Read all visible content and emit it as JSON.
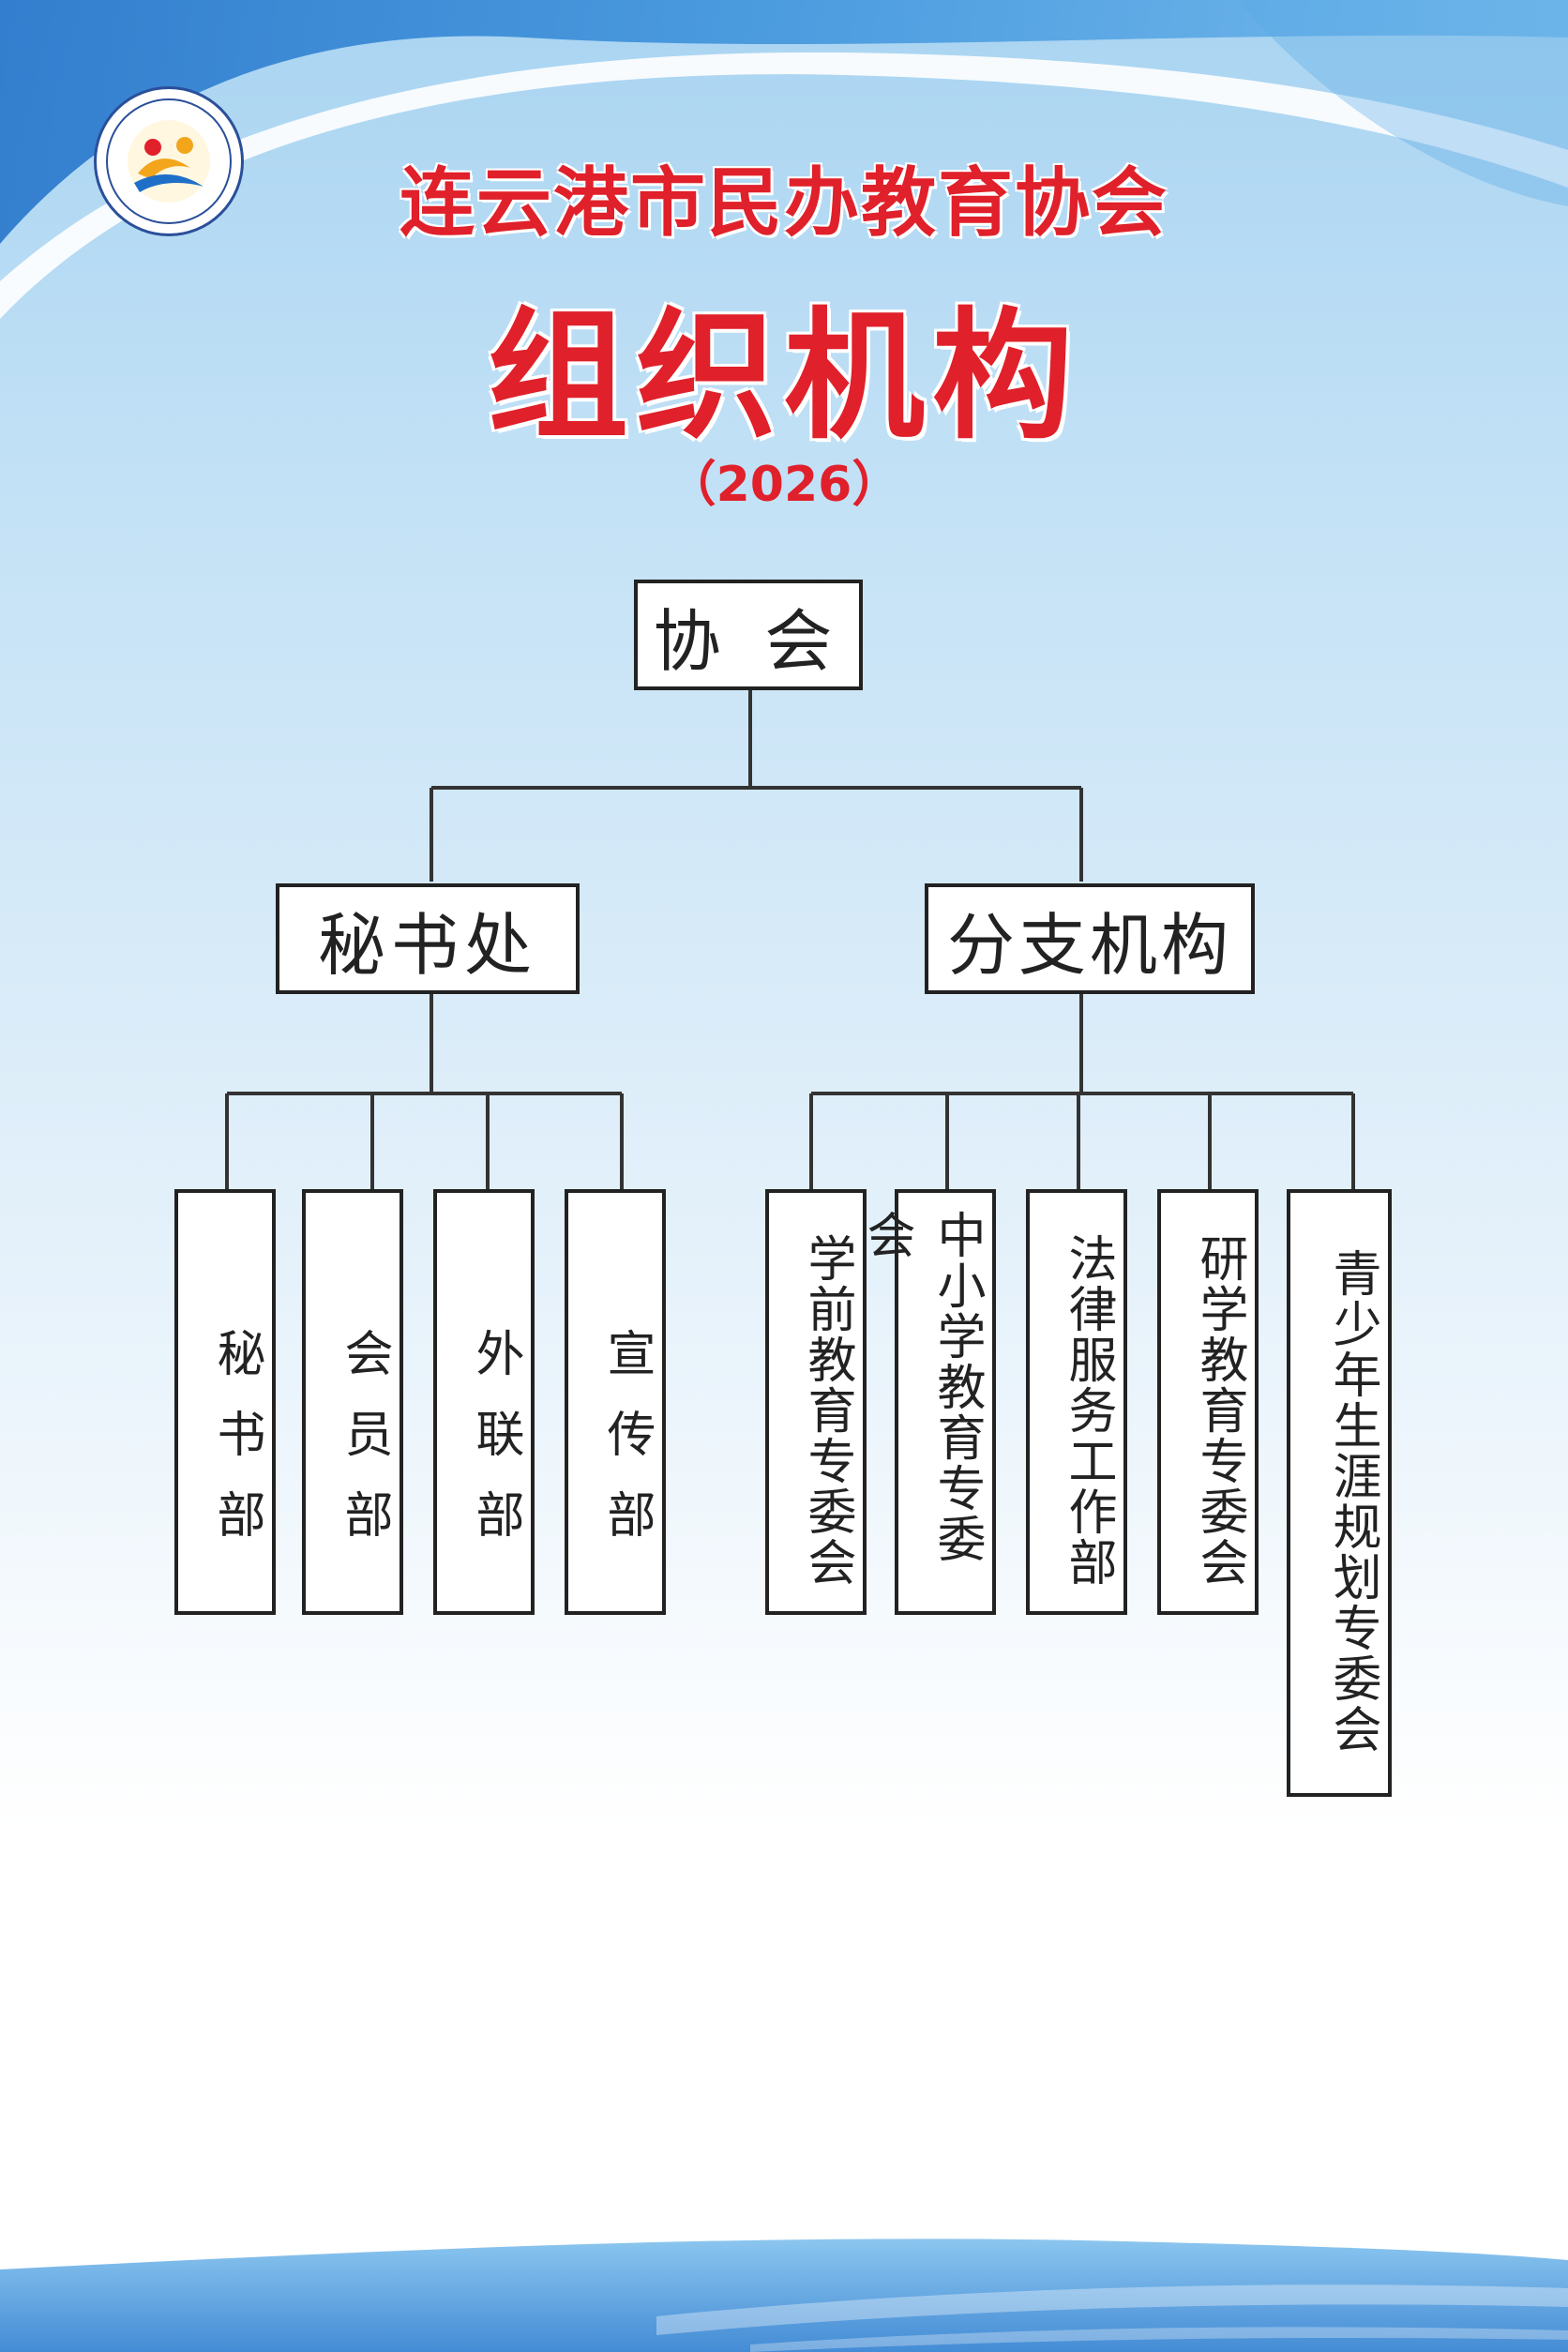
{
  "header": {
    "title": "连云港市民办教育协会",
    "subtitle": "组织机构",
    "year": "（2026）"
  },
  "org": {
    "root": "协 会",
    "branches": [
      {
        "label": "秘书处",
        "children": [
          "秘书部",
          "会员部",
          "外联部",
          "宣传部"
        ]
      },
      {
        "label": "分支机构",
        "children": [
          "学前教育专委会",
          "中小学教育专委会",
          "法律服务工作部",
          "研学教育专委会",
          "青少年生涯规划专委会"
        ]
      }
    ]
  },
  "colors": {
    "title": "#e0202a",
    "box_border": "#222222",
    "line": "#333333",
    "sky": "#2f86d6"
  }
}
